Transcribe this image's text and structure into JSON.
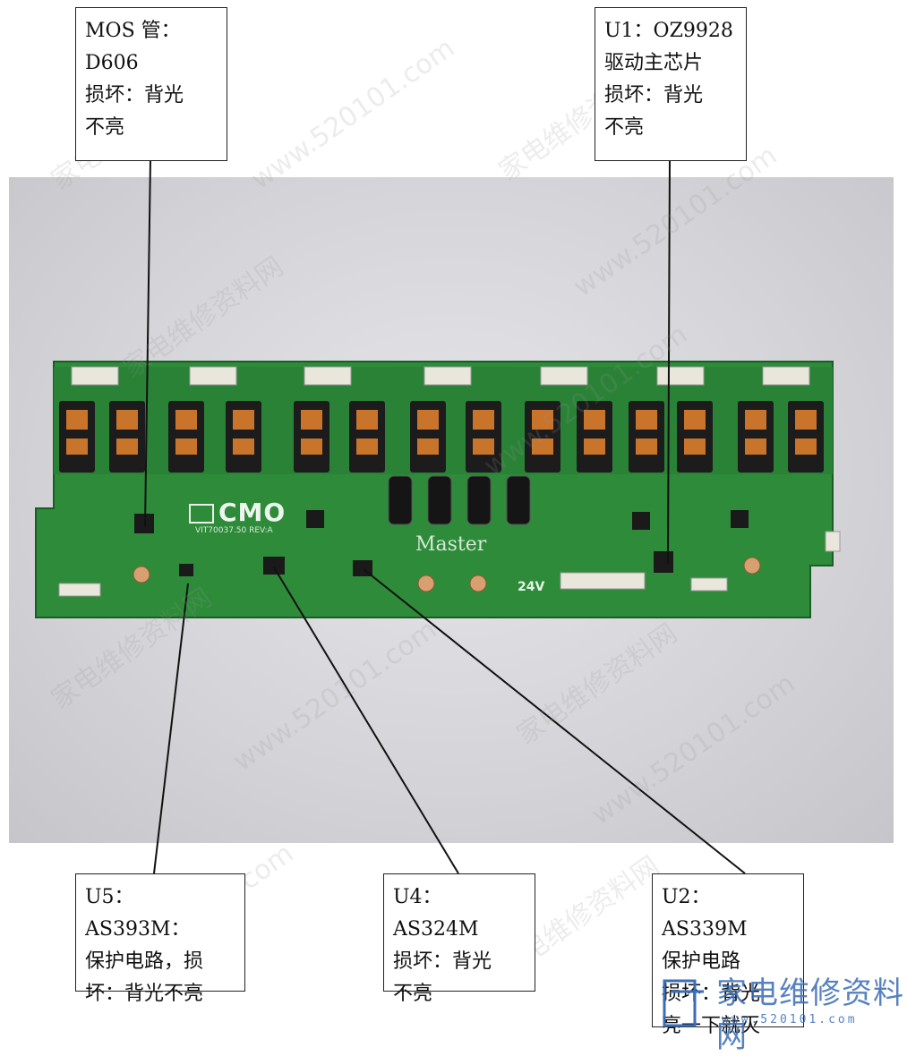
{
  "callouts": {
    "mos": "MOS  管：\nD606\n损坏：背光\n不亮",
    "u1": "U1：OZ9928\n驱动主芯片\n损坏：背光\n不亮",
    "u5": "U5：AS393M：\n保护电路，损\n坏：背光不亮",
    "u4": "U4：AS324M\n损坏：背光\n不亮",
    "u2": "U2：AS339M\n保护电路\n损坏：背光\n亮一下就灭"
  },
  "board": {
    "brand": "CMO",
    "model": "VIT70037.50 REV:A",
    "master": "Master",
    "voltage": "24V"
  },
  "watermark": {
    "text1": "家电维修资料网",
    "text2": "www.520101.com",
    "logo_cn": "家电维修资料网",
    "logo_url": "www.520101.com"
  },
  "colors": {
    "pcb": "#2f8a3a",
    "pcb_dark": "#1f6a2a",
    "coil": "#c8742a",
    "line": "#111111"
  }
}
